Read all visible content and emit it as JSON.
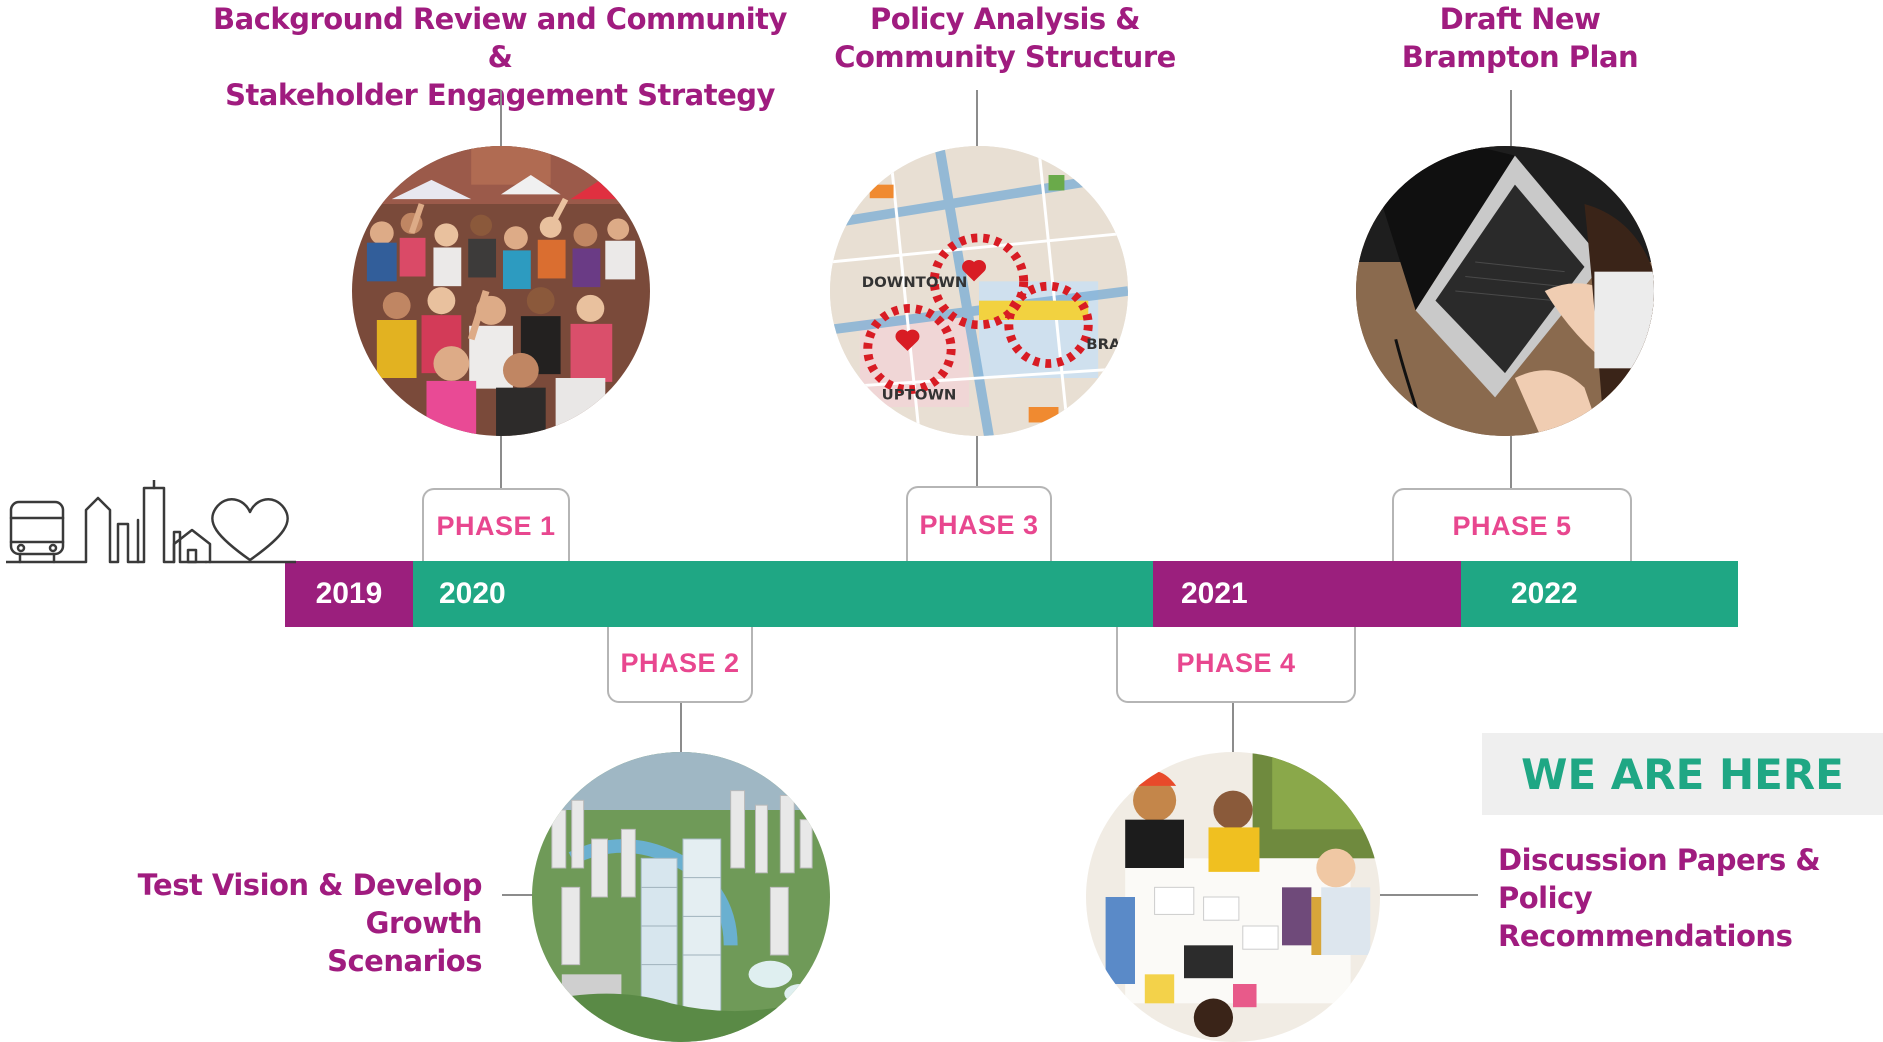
{
  "phases": {
    "p1": {
      "label": "PHASE 1",
      "title_line1": "Background Review and Community &",
      "title_line2": "Stakeholder Engagement Strategy",
      "image": "crowd-photo"
    },
    "p2": {
      "label": "PHASE 2",
      "title_line1": "Test Vision & Develop Growth",
      "title_line2": "Scenarios",
      "image": "city-render"
    },
    "p3": {
      "label": "PHASE 3",
      "title_line1": "Policy Analysis &",
      "title_line2": "Community Structure",
      "image": "map-photo",
      "map_text_1": "DOWNTOWN",
      "map_text_2": "UPTOWN",
      "map_text_3": "BRA"
    },
    "p4": {
      "label": "PHASE 4",
      "title_line1": "Discussion Papers &",
      "title_line2": "Policy Recommendations",
      "image": "meeting-photo"
    },
    "p5": {
      "label": "PHASE 5",
      "title_line1": "Draft New",
      "title_line2": "Brampton Plan",
      "image": "laptop-photo"
    }
  },
  "timeline": {
    "years": [
      {
        "label": "2019",
        "color": "#9b1f7d"
      },
      {
        "label": "2020",
        "color": "#1fa784"
      },
      {
        "label": "2021",
        "color": "#9b1f7d"
      },
      {
        "label": "2022",
        "color": "#1fa784"
      }
    ]
  },
  "status": {
    "we_are_here": "WE ARE HERE"
  },
  "icons": [
    "bus-icon",
    "skyline-icon",
    "house-icon",
    "heart-icon"
  ],
  "colors": {
    "magenta": "#a01c7f",
    "pink": "#e8478f",
    "green": "#1fa784",
    "purple_bar": "#9b1f7d"
  }
}
